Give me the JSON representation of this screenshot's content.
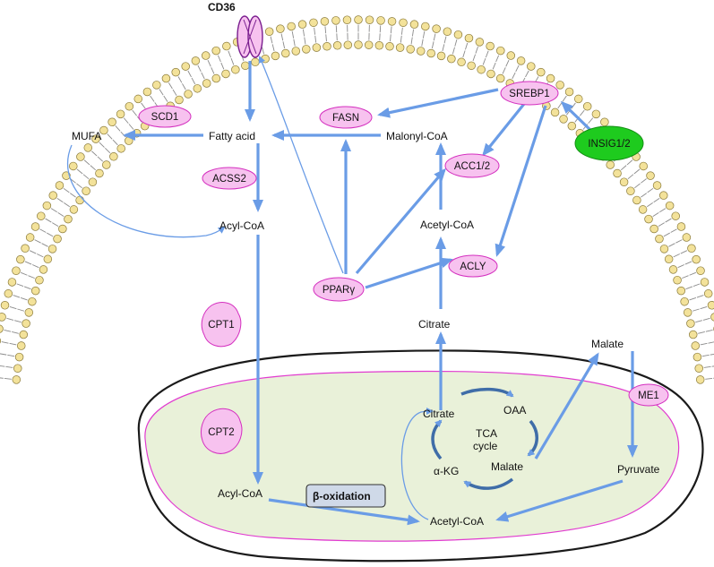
{
  "labels": {
    "cd36": "CD36",
    "mufa": "MUFA",
    "fatty_acid": "Fatty acid",
    "malonyl_coa": "Malonyl-CoA",
    "acyl_coa_cyto": "Acyl-CoA",
    "acetyl_coa_cyto": "Acetyl-CoA",
    "citrate_cyto": "Citrate",
    "malate_cyto": "Malate",
    "pyruvate": "Pyruvate",
    "acyl_coa_mito": "Acyl-CoA",
    "acetyl_coa_mito": "Acetyl-CoA",
    "citrate_mito": "Citrate",
    "oaa": "OAA",
    "malate_mito": "Malate",
    "akg": "α-KG",
    "tca_line1": "TCA",
    "tca_line2": "cycle",
    "beta_oxidation": "β-oxidation"
  },
  "enzymes": {
    "scd1": "SCD1",
    "fasn": "FASN",
    "srebp1": "SREBP1",
    "insig": "INSIG1/2",
    "acss2": "ACSS2",
    "acc": "ACC1/2",
    "acly": "ACLY",
    "ppar": "PPARγ",
    "cpt1": "CPT1",
    "cpt2": "CPT2",
    "me1": "ME1"
  },
  "colors": {
    "arrow": "#6a9ce6",
    "enzyme_fill": "#f7c2ef",
    "enzyme_stroke": "#d42fbf",
    "insig_fill": "#1ecb1e",
    "matrix_fill": "#e9f1d9",
    "matrix_stroke": "#e13bd0",
    "membrane_head": "#f3e29a",
    "beta_box_fill": "#cfd9e8"
  }
}
